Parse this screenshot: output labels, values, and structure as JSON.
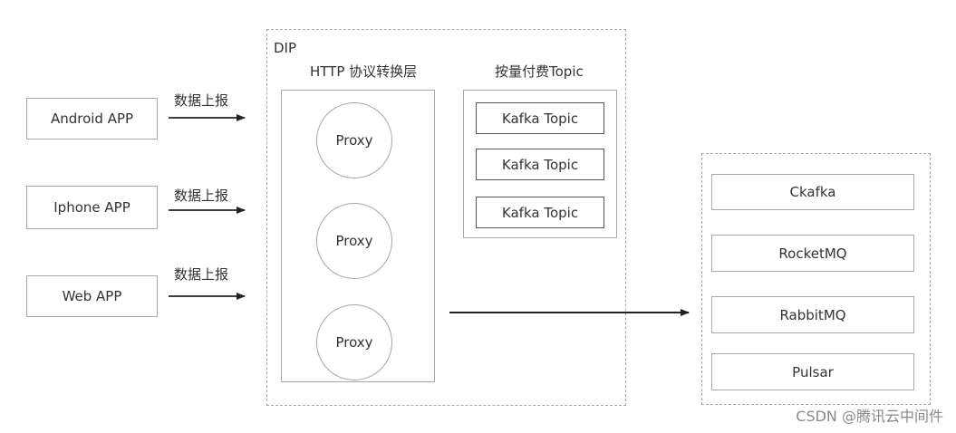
{
  "apps": [
    {
      "label": "Android APP",
      "report_label": "数据上报"
    },
    {
      "label": "Iphone APP",
      "report_label": "数据上报"
    },
    {
      "label": "Web APP",
      "report_label": "数据上报"
    }
  ],
  "dip": {
    "title": "DIP",
    "http_layer": {
      "title": "HTTP 协议转换层",
      "proxies": [
        "Proxy",
        "Proxy",
        "Proxy"
      ]
    },
    "topic_group": {
      "title": "按量付费Topic",
      "topics": [
        "Kafka Topic",
        "Kafka Topic",
        "Kafka Topic"
      ]
    }
  },
  "mq_group": {
    "items": [
      "Ckafka",
      "RocketMQ",
      "RabbitMQ",
      "Pulsar"
    ]
  },
  "watermark": "CSDN @腾讯云中间件"
}
